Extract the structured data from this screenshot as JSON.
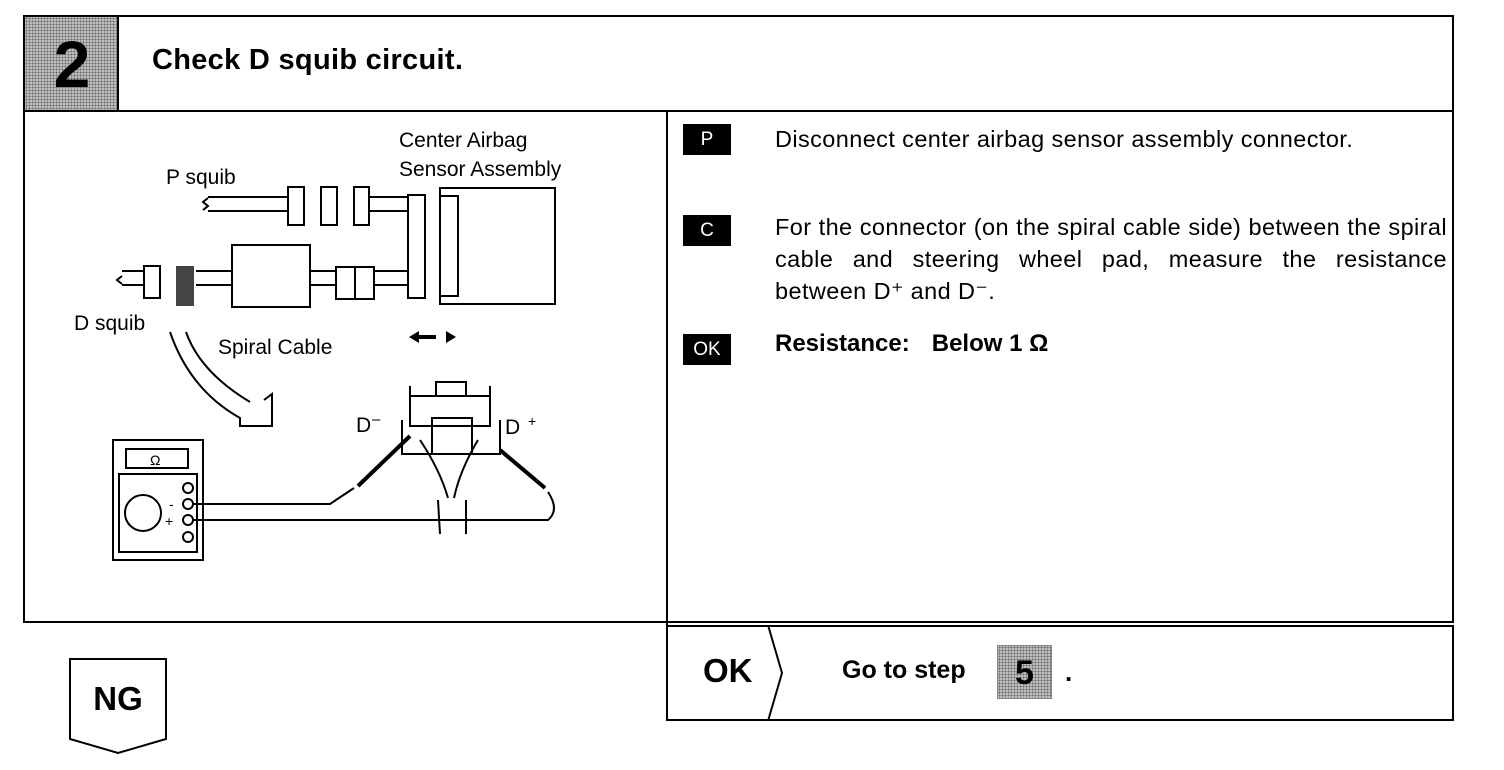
{
  "header": {
    "step_number": "2",
    "title": "Check D squib circuit."
  },
  "diagram": {
    "label_center_airbag_line1": "Center Airbag",
    "label_center_airbag_line2": "Sensor Assembly",
    "label_p_squib": "P squib",
    "label_d_squib": "D squib",
    "label_spiral_cable": "Spiral Cable",
    "label_d_minus": "D",
    "label_d_minus_sup": "–",
    "label_d_plus": "D",
    "label_d_plus_sup": "+",
    "meter_symbol": "Ω",
    "meter_minus": "-",
    "meter_plus": "+"
  },
  "instructions": [
    {
      "tag": "P",
      "text": "Disconnect center airbag sensor assembly connector."
    },
    {
      "tag": "C",
      "text": "For the connector (on the spiral cable side) between the spiral cable and steering wheel pad, measure the resistance between D⁺ and D⁻."
    },
    {
      "tag": "OK",
      "label": "Resistance:",
      "value": "Below 1 Ω"
    }
  ],
  "result_ok": {
    "label": "OK",
    "text": "Go to step",
    "step": "5",
    "suffix": "."
  },
  "result_ng": {
    "label": "NG"
  }
}
